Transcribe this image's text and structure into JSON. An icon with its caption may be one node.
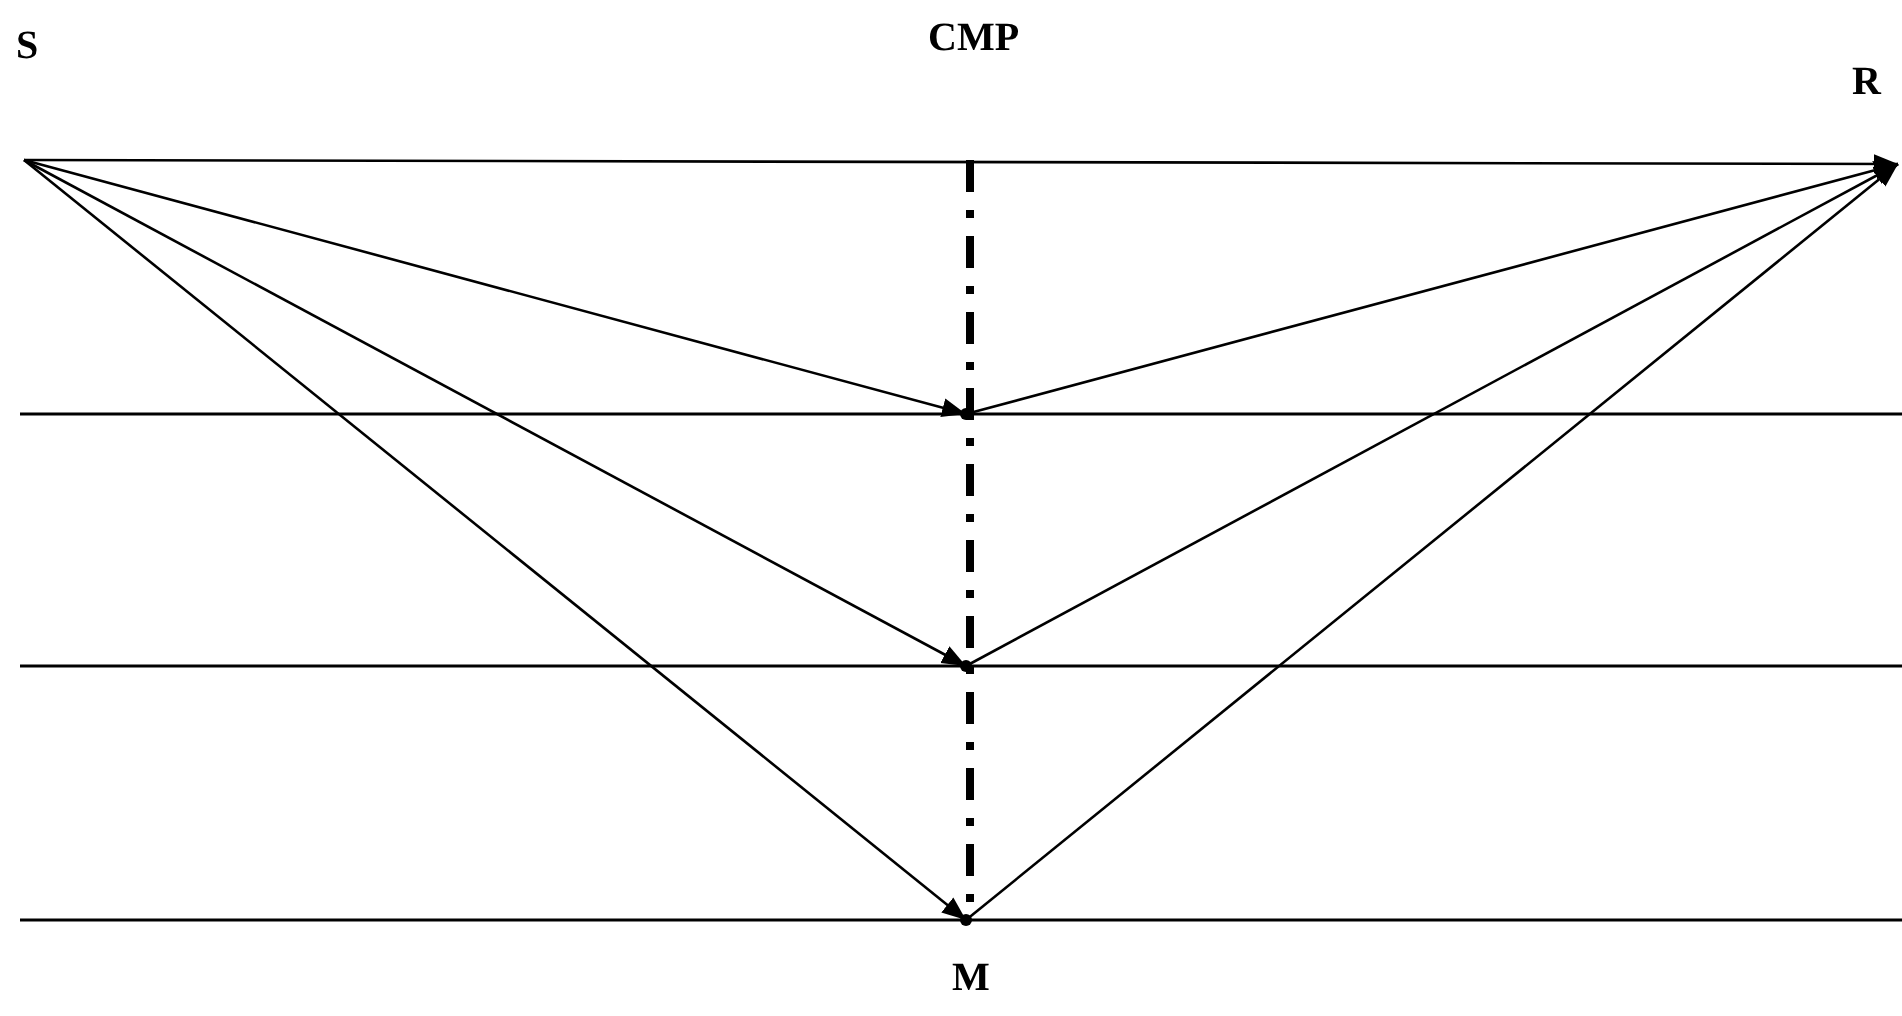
{
  "diagram": {
    "nodes": [
      {
        "text": [
          "S"
        ]
      },
      {
        "text": [
          "CMP"
        ]
      },
      {
        "text": [
          "R"
        ]
      },
      {
        "text": [],
        "shape": "point"
      },
      {
        "text": [],
        "shape": "point"
      },
      {
        "text": [],
        "shape": "point"
      },
      {
        "text": [
          "M"
        ]
      }
    ],
    "edges": [
      {
        "from": 0,
        "to": 2,
        "arrow": "to"
      },
      {
        "from": 0,
        "to": 3,
        "arrow": "to"
      },
      {
        "from": 3,
        "to": 2,
        "arrow": "to"
      },
      {
        "from": 0,
        "to": 4,
        "arrow": "to"
      },
      {
        "from": 4,
        "to": 2,
        "arrow": "to"
      },
      {
        "from": 0,
        "to": 5,
        "arrow": "to"
      },
      {
        "from": 5,
        "to": 2,
        "arrow": "to"
      },
      {
        "from": 1,
        "to": 6,
        "arrow": "none",
        "style": "dashed"
      }
    ]
  }
}
